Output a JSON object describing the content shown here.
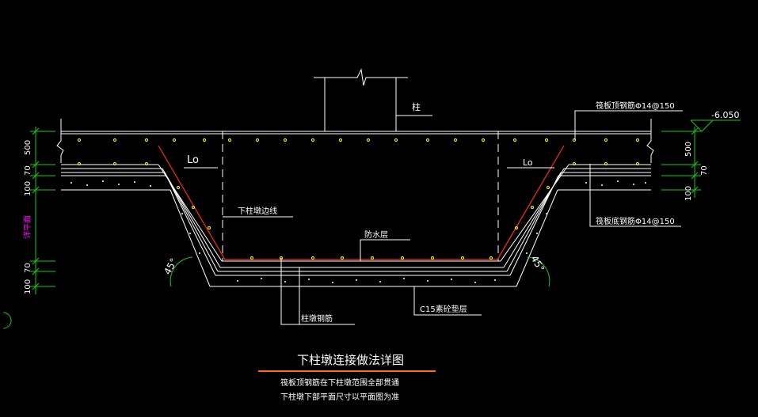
{
  "drawing": {
    "title": "下柱墩连接做法详图",
    "notes": [
      "筏板顶钢筋在下柱墩范围全部贯通",
      "下柱墩下部平面尺寸以平面图为准"
    ],
    "labels": {
      "column": "柱",
      "top_bar": "筏板顶钢筋Φ14@150",
      "bottom_bar": "筏板底钢筋Φ14@150",
      "elevation": "-6.050",
      "lo_left": "Lo",
      "lo_right": "Lo",
      "pier_line": "下柱墩边线",
      "waterproof": "防水层",
      "bottom_rebar": "柱墩钢筋",
      "cushion": "C15素砼垫层",
      "angle_left": "45°",
      "angle_right": "45°",
      "magenta_dim": "详平面"
    },
    "dims_left": [
      "500",
      "70",
      "100",
      "70",
      "100"
    ],
    "dims_right": [
      "500",
      "70",
      "100"
    ],
    "colors": {
      "background": "#000000",
      "line": "#ffffff",
      "rebar": "#ff2a1a",
      "dot": "#ffff00",
      "dimension": "#19c819",
      "magenta": "#ff00ff",
      "title_underline": "#ff6a10"
    }
  }
}
